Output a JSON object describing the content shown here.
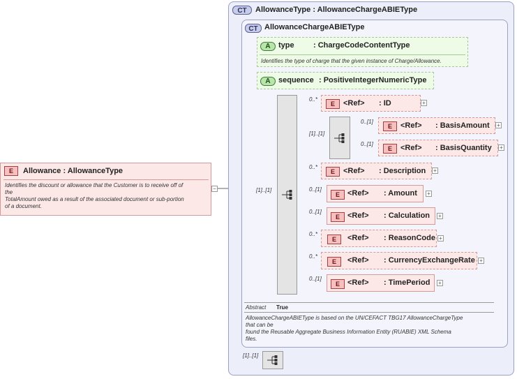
{
  "root": {
    "badge": "E",
    "title": "Allowance : AllowanceType",
    "doc_lines": [
      "Identifies the discount or allowance that the Customer is to receive off of",
      "the",
      "TotalAmount owed as a result of the associated document or sub-portion",
      "of a document."
    ]
  },
  "outer_ct": {
    "badge": "CT",
    "title": "AllowanceType : AllowanceChargeABIEType"
  },
  "inner_ct": {
    "badge": "CT",
    "title": "AllowanceChargeABIEType"
  },
  "attributes": [
    {
      "badge": "A",
      "name": "type",
      "type": ": ChargeCodeContentType",
      "doc": "Identifies the type of charge that the given instance of Charge/Allowance."
    },
    {
      "badge": "A",
      "name": "sequence",
      "type": ": PositiveIntegerNumericType"
    }
  ],
  "sequence_mult": "[1]..[1]",
  "elements": [
    {
      "mult": "0..*",
      "badge": "E",
      "ref": "<Ref>",
      "name": ": ID"
    },
    {
      "mult": "0..*",
      "badge": "E",
      "ref": "<Ref>",
      "name": ": Description"
    },
    {
      "mult": "0..[1]",
      "badge": "E",
      "ref": "<Ref>",
      "name": ": Amount"
    },
    {
      "mult": "0..[1]",
      "badge": "E",
      "ref": "<Ref>",
      "name": ": Calculation"
    },
    {
      "mult": "0..*",
      "badge": "E",
      "ref": "<Ref>",
      "name": ": ReasonCode"
    },
    {
      "mult": "0..*",
      "badge": "E",
      "ref": "<Ref>",
      "name": ": CurrencyExchangeRate"
    },
    {
      "mult": "0..[1]",
      "badge": "E",
      "ref": "<Ref>",
      "name": ": TimePeriod"
    }
  ],
  "sub_sequence": {
    "mult": "[1]..[1]",
    "elements": [
      {
        "mult": "0..[1]",
        "badge": "E",
        "ref": "<Ref>",
        "name": ": BasisAmount"
      },
      {
        "mult": "0..[1]",
        "badge": "E",
        "ref": "<Ref>",
        "name": ": BasisQuantity"
      }
    ]
  },
  "abstract": {
    "label": "Abstract",
    "value": "True"
  },
  "ct_doc_lines": [
    "AllowanceChargeABIEType is based on the UN/CEFACT TBG17 AllowanceChargeType",
    "that can be",
    "found the Reusable Aggregate Business Information Entity (RUABIE) XML Schema",
    "files."
  ],
  "bottom_sequence_mult": "[1]..[1]"
}
